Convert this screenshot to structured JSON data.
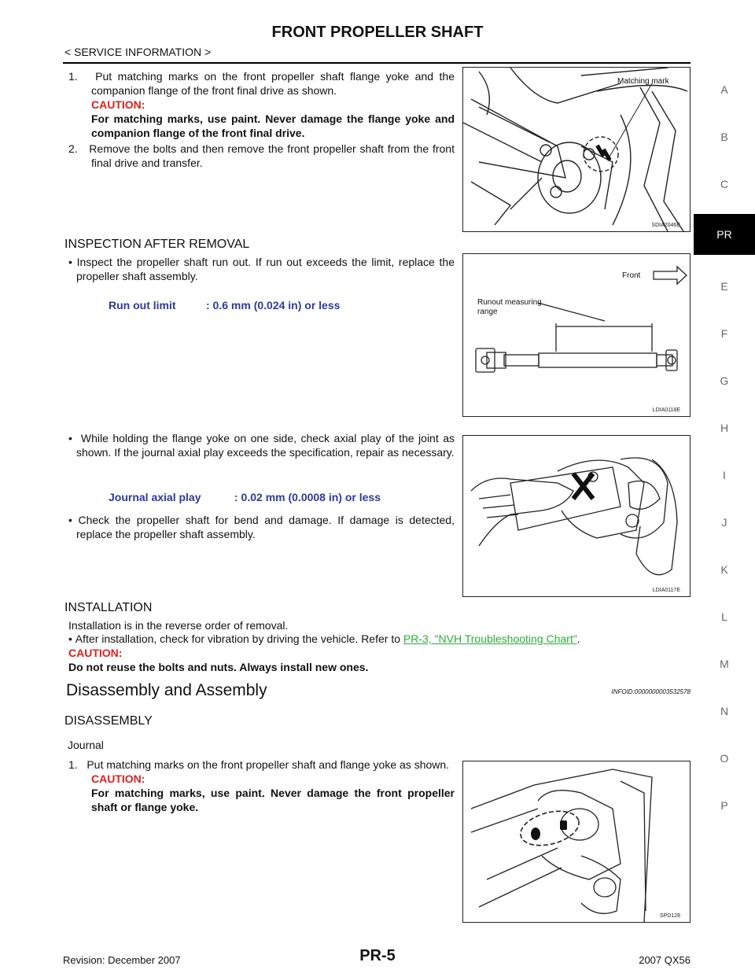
{
  "header": {
    "title": "FRONT PROPELLER SHAFT",
    "section_crumb": "< SERVICE INFORMATION >"
  },
  "side_tabs": [
    "A",
    "B",
    "C",
    "PR",
    "E",
    "F",
    "G",
    "H",
    "I",
    "J",
    "K",
    "L",
    "M",
    "N",
    "O",
    "P"
  ],
  "removal": {
    "step1_text": "1.   Put matching marks on the front propeller shaft flange yoke and the companion flange of the front final drive as shown.",
    "step1_caution_label": "CAUTION:",
    "step1_caution_text": "For matching marks, use paint. Never damage the flange yoke and companion flange of the front final drive.",
    "step2_text": "2.   Remove the bolts and then remove the front propeller shaft from the front final drive and transfer.",
    "fig1_label": "Matching mark",
    "fig1_id": "SDIA2046E"
  },
  "inspection": {
    "heading": "INSPECTION AFTER REMOVAL",
    "bullet1": "• Inspect the propeller shaft run out. If run out exceeds the limit, replace the propeller shaft assembly.",
    "runout_spec_label": "Run out limit",
    "runout_spec_value": ": 0.6 mm (0.024 in) or less",
    "fig2_front": "Front",
    "fig2_range_line1": "Runout measuring",
    "fig2_range_line2": "range",
    "fig2_id": "LDIA0118E",
    "bullet2": "•  While holding the flange yoke on one side, check axial play of the joint as shown. If the journal axial play exceeds the specification, repair as necessary.",
    "axial_spec_label": "Journal axial play",
    "axial_spec_value": ": 0.02 mm (0.0008 in) or less",
    "bullet3": "• Check the propeller shaft for bend and damage. If damage is detected, replace the propeller shaft assembly.",
    "fig3_id": "LDIA0117E"
  },
  "installation": {
    "heading": "INSTALLATION",
    "line1": "Installation is in the reverse order of removal.",
    "bullet_prefix": "• After installation, check for vibration by driving the vehicle. Refer to ",
    "link_text": "PR-3, \"NVH Troubleshooting Chart\"",
    "bullet_suffix": ".",
    "caution_label": "CAUTION:",
    "caution_text": "Do not reuse the bolts and nuts. Always install new ones."
  },
  "disassembly": {
    "title": "Disassembly and Assembly",
    "info_id": "INFOID:0000000003532578",
    "heading": "DISASSEMBLY",
    "subheading": "Journal",
    "step1_text": "1.   Put matching marks on the front propeller shaft and flange yoke as shown.",
    "caution_label": "CAUTION:",
    "caution_text": "For matching marks, use paint. Never damage the front propeller shaft or flange yoke.",
    "fig4_id": "SPD128"
  },
  "footer": {
    "revision": "Revision: December 2007",
    "page": "PR-5",
    "model": "2007 QX56"
  }
}
